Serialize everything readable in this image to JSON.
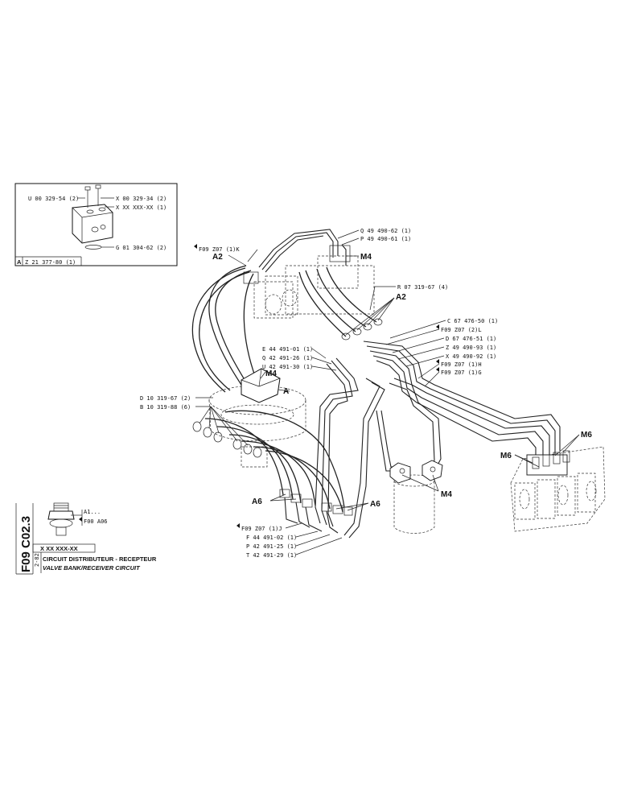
{
  "inset": {
    "labels": {
      "u00329": "U 00 329-54 (2)",
      "x00329": "X 00 329-34 (2)",
      "xxx": "X XX XXX-XX (1)",
      "g01304": "G 01 304-62 (2)",
      "a_tag": "A",
      "z21377": "Z 21 377-80 (1)"
    }
  },
  "callouts": {
    "f09_k": "F09 Z07 (1)K",
    "a2_left": "A2",
    "q49490_62": "Q 49 490-62 (1)",
    "p49490_61": "P 49 490-61 (1)",
    "m4_top": "M4",
    "r07319": "R 07 319-67 (4)",
    "a2_right": "A2",
    "c67476": "C 67 476-50 (1)",
    "f09_l": "F09 Z07 (2)L",
    "d67476": "D 67 476-51 (1)",
    "z49490": "Z 49 490-93 (1)",
    "x49490": "X 49 490-92 (1)",
    "f09_h": "F09 Z07 (1)H",
    "f09_g": "F09 Z07 (1)G",
    "e44491": "E 44 491-01 (1)",
    "q42491": "Q 42 491-26 (1)",
    "u42491": "U 42 491-30 (1)",
    "m4_mid": "M4",
    "a_mid": "A",
    "d10319": "D 10 319-67 (2)",
    "b10319": "B 10 319-88 (6)",
    "m6_right": "M6",
    "m6_left": "M6",
    "m4_bottom": "M4",
    "a6_left": "A6",
    "a6_right": "A6",
    "f09_j": "F09 Z07 (1)J",
    "f44491": "F 44 491-02 (1)",
    "p42491": "P 42 491-25 (1)",
    "t42491": "T 42 491-29 (1)"
  },
  "lower_left": {
    "a1": "A1...",
    "f00a06": "F00 A06"
  },
  "title_block": {
    "code": "F09  C02.3",
    "ref": "X XX XXX-XX",
    "date": "2-82",
    "title_fr": "CIRCUIT DISTRIBUTEUR - RECEPTEUR",
    "title_en": "VALVE BANK/RECEIVER CIRCUIT"
  }
}
